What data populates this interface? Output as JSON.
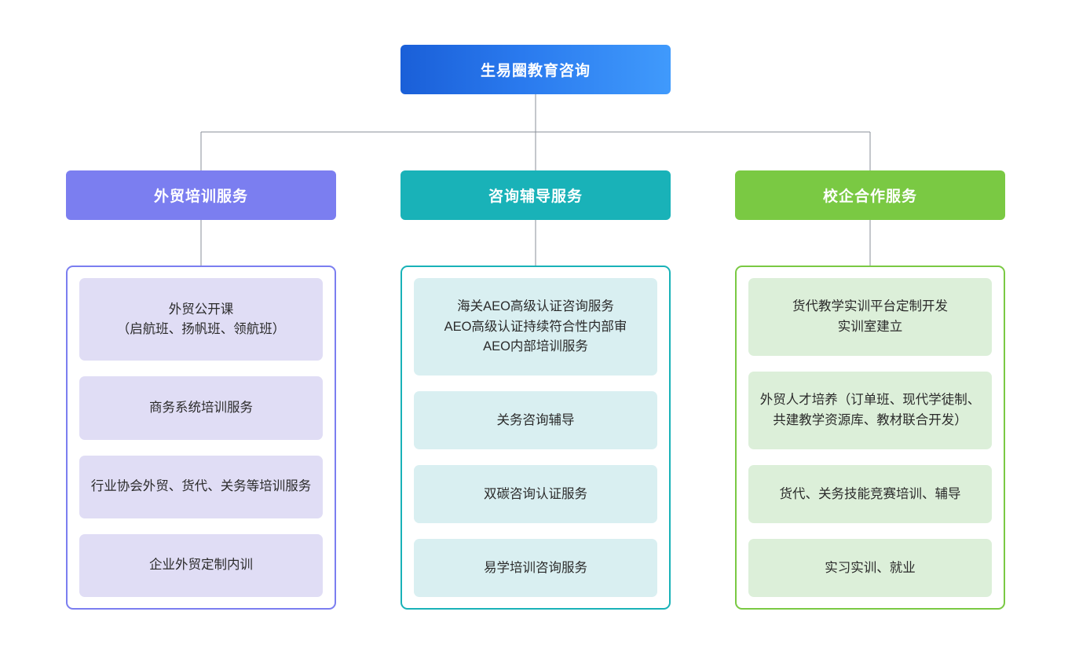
{
  "diagram": {
    "title": "生易圈教育咨询",
    "type": "organization-chart",
    "connector_color": "#8a8f99",
    "root": {
      "label": "生易圈教育咨询",
      "color_start": "#1a5fd8",
      "color_end": "#409afc"
    },
    "branches": [
      {
        "label": "外贸培训服务",
        "header_color": "#7b7ef0",
        "panel_border_color": "#7b7ef0",
        "card_color": "#e0ddf5",
        "items": [
          "外贸公开课\n（启航班、扬帆班、领航班）",
          "商务系统培训服务",
          "行业协会外贸、货代、关务等培训服务",
          "企业外贸定制内训"
        ]
      },
      {
        "label": "咨询辅导服务",
        "header_color": "#19b2b8",
        "panel_border_color": "#19b2b8",
        "card_color": "#d9eff1",
        "items": [
          "海关AEO高级认证咨询服务\nAEO高级认证持续符合性内部审\nAEO内部培训服务",
          "关务咨询辅导",
          "双碳咨询认证服务",
          "易学培训咨询服务"
        ]
      },
      {
        "label": "校企合作服务",
        "header_color": "#7ac943",
        "panel_border_color": "#7ac943",
        "card_color": "#dcefd9",
        "items": [
          "货代教学实训平台定制开发\n实训室建立",
          "外贸人才培养（订单班、现代学徒制、共建教学资源库、教材联合开发）",
          "货代、关务技能竞赛培训、辅导",
          "实习实训、就业"
        ]
      }
    ]
  }
}
